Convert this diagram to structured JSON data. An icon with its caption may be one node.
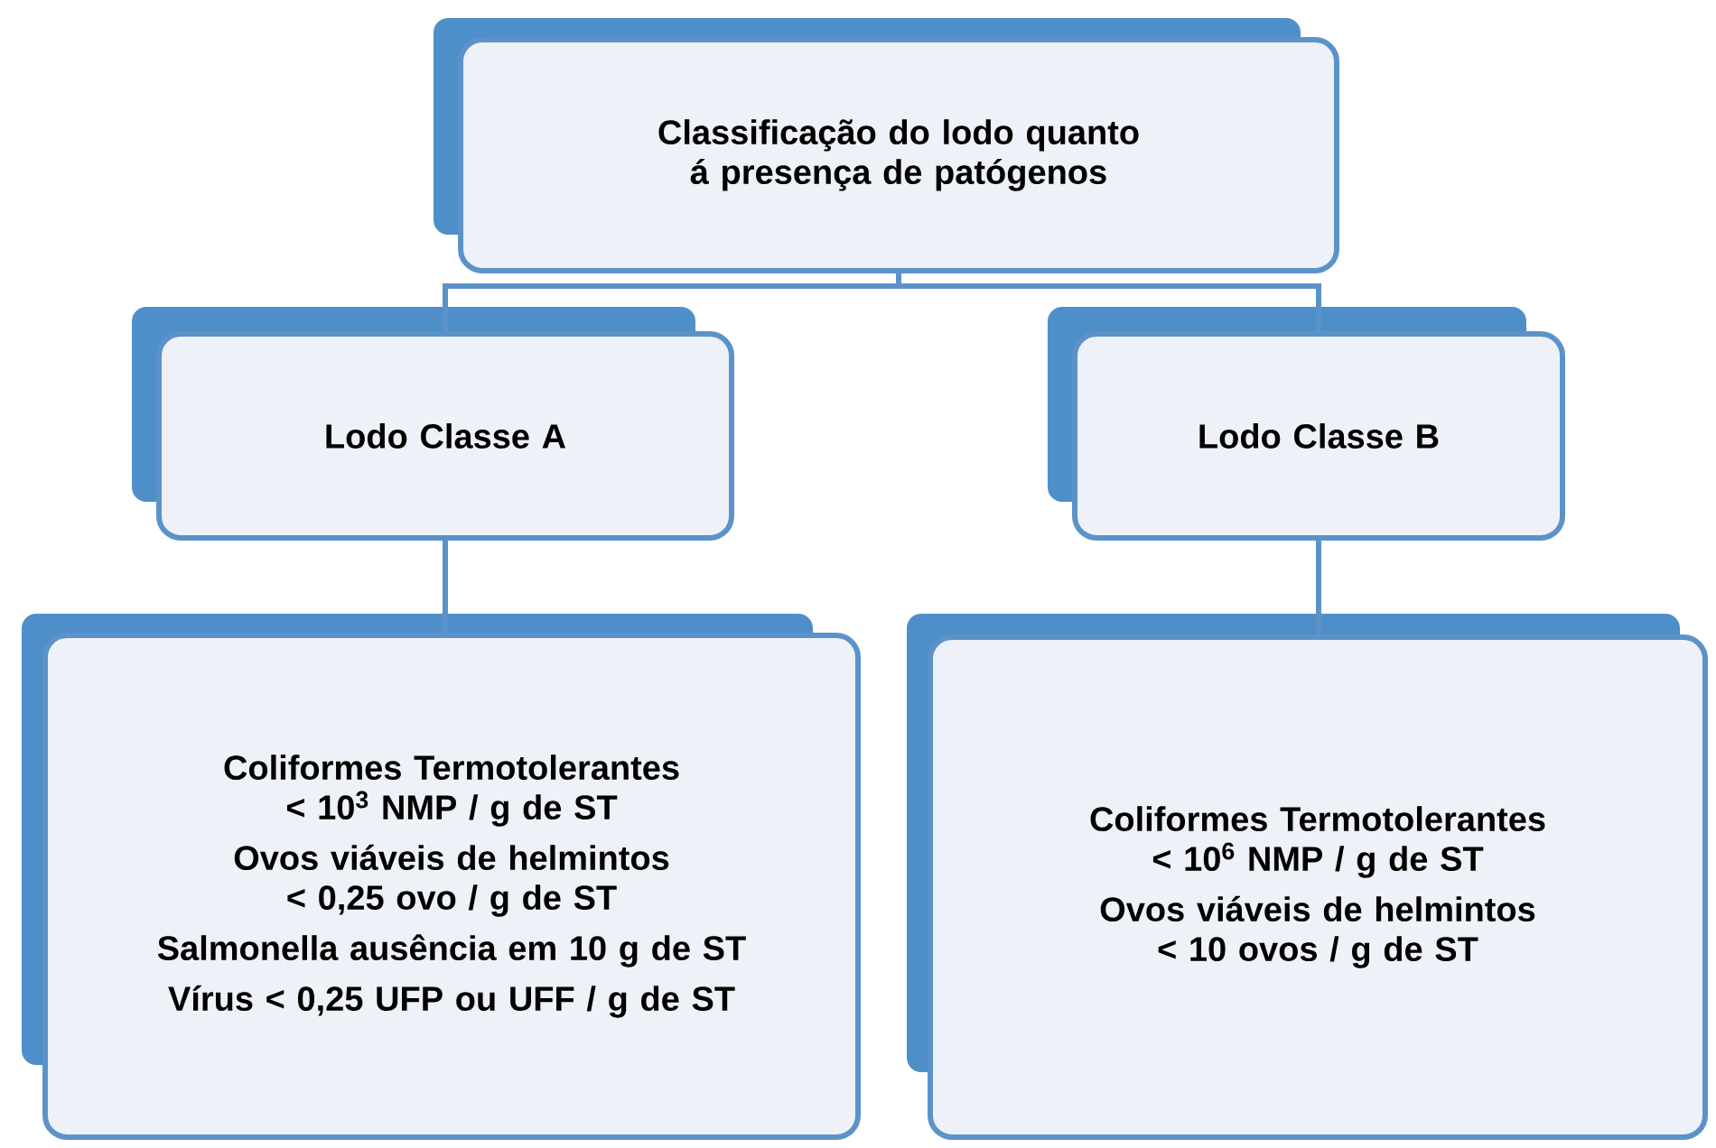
{
  "diagram": {
    "nodes": [
      {
        "text": [
          "Classificação  do lodo quanto á presença de patógenos"
        ]
      },
      {
        "text": [
          "Lodo Classe A"
        ]
      },
      {
        "text": [
          "Lodo Classe B"
        ]
      },
      {
        "text": [
          "Coliformes Termotolerantes < 10$^{3}$ NMP / g de ST",
          "Ovos viáveis de helmintos < 0,25 ovo / g de ST",
          "Salmonella ausência em 10 g de ST",
          "Vírus < 0,25 UFP ou UFF / g de ST"
        ]
      },
      {
        "text": [
          "Coliformes Termotolerantes < 10$^{6}$  NMP / g de ST",
          "Ovos viáveis de helmintos < 10 ovos / g de ST"
        ]
      }
    ],
    "edges": [
      {
        "from": 0,
        "to": 1,
        "arrow": "none"
      },
      {
        "from": 0,
        "to": 2,
        "arrow": "none"
      },
      {
        "from": 1,
        "to": 3,
        "arrow": "none"
      },
      {
        "from": 2,
        "to": 4,
        "arrow": "none"
      }
    ]
  }
}
